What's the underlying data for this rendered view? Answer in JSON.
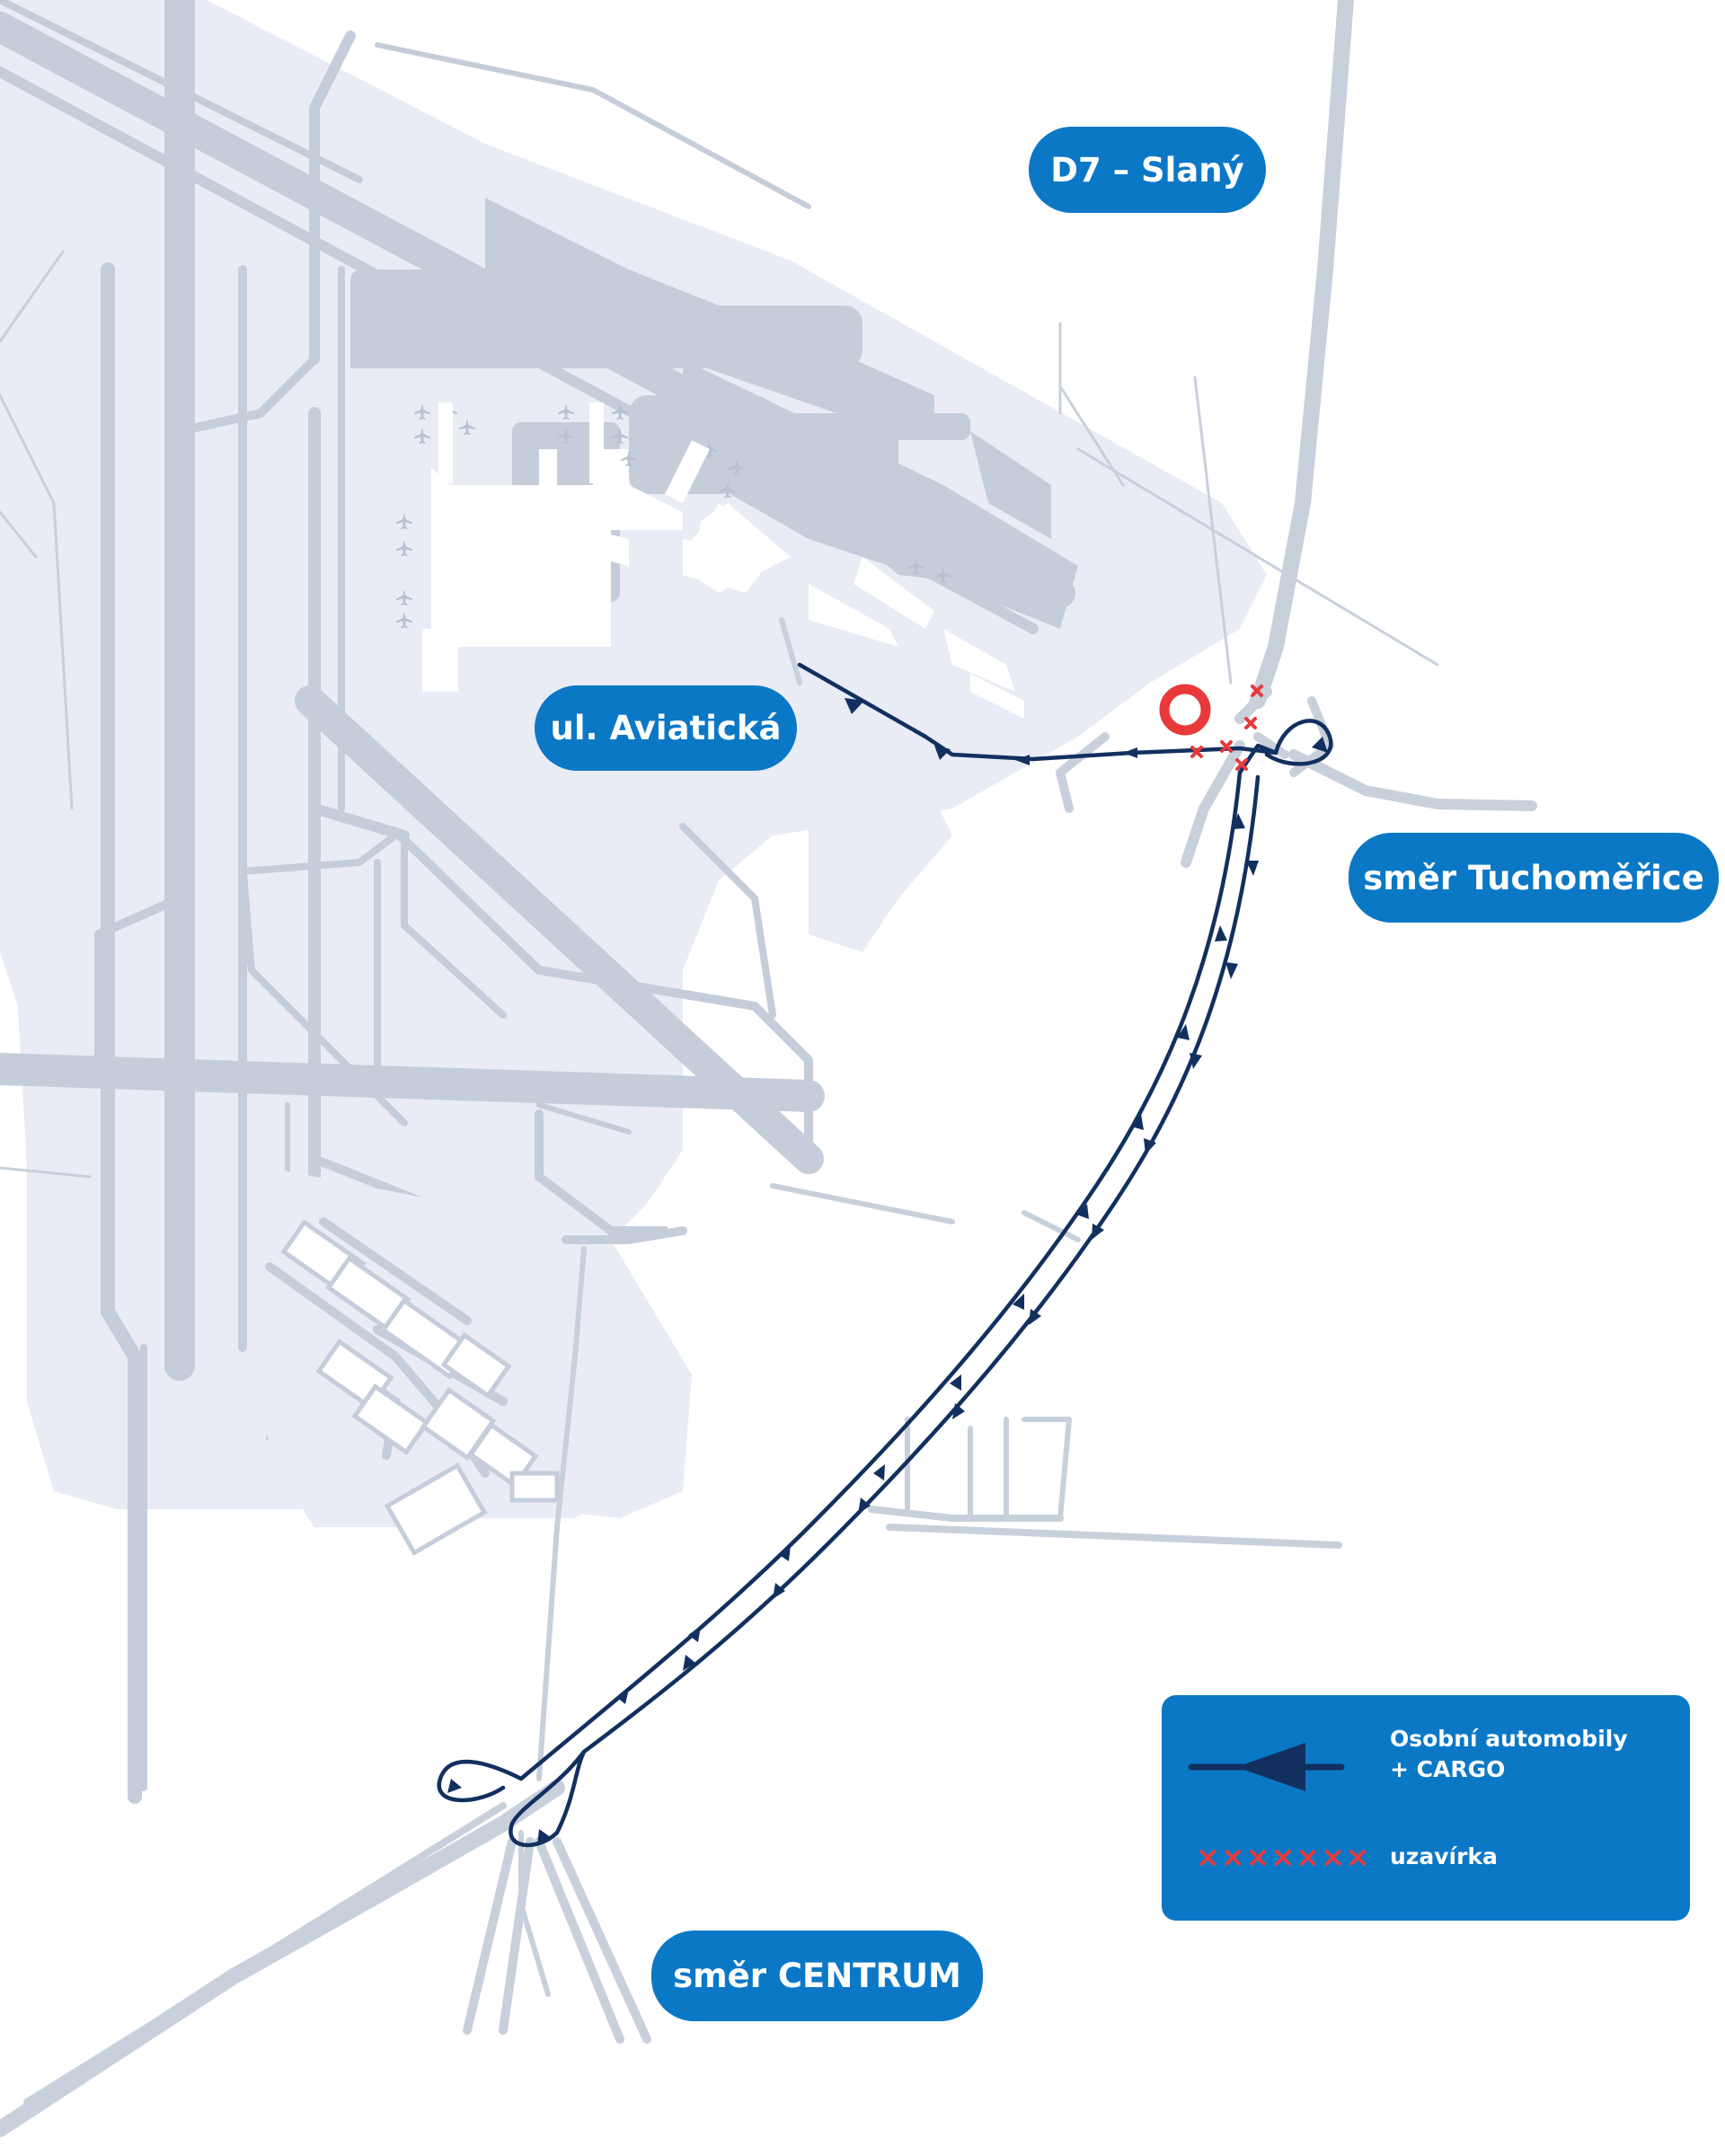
{
  "labels": {
    "d7": "D7 – Slaný",
    "aviaticka": "ul. Aviatická",
    "tuchomerice": "směr Tuchoměřice",
    "centrum": "směr CENTRUM"
  },
  "legend": {
    "cars_line1": "Osobní automobily",
    "cars_line2": "+ CARGO",
    "closure": "uzavírka",
    "closure_marks": "×××××××"
  },
  "colors": {
    "background": "#ffffff",
    "airport_fill": "#e9ecf5",
    "runway": "#c5cddb",
    "road": "#c8d0dc",
    "route": "#12305f",
    "label": "#0b78c6",
    "closure": "#e8393b"
  },
  "icons": {
    "closure_point": "red-ring-icon",
    "closure_marks": "red-cross-icon",
    "aircraft": "plane-icon",
    "direction": "arrowhead-icon"
  }
}
